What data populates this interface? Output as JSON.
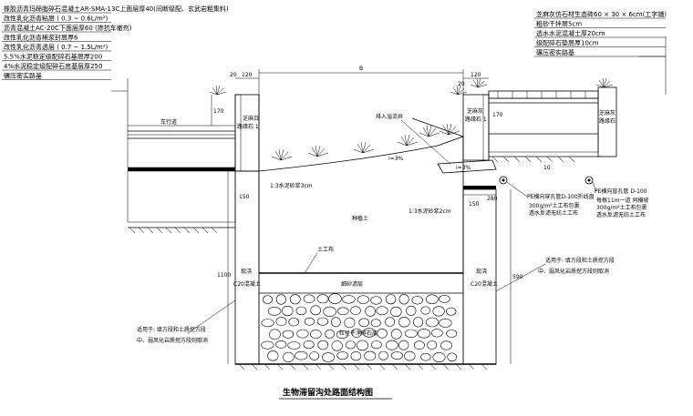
{
  "left_layers": [
    "橡胶沥青玛蹄脂碎石混凝土AR-SMA-13C上面层厚40(间断级配、玄武岩粗集料)",
    "改性乳化沥青粘层 ( 0.3 ~ 0.6L/m²)",
    "沥青混凝土AC-20C下面层厚60 (掺抗车撤剂)",
    "改性乳化沥青稀浆封层厚6",
    "改性乳化沥青透层 ( 0.7 ~ 1.5L/m²)",
    "5.5%水泥稳定级配碎石基层厚200",
    "4%水泥稳定级配碎石底基层厚250",
    "碾压密实路基"
  ],
  "right_layers": [
    "芝麻灰仿石材生态砖60 × 30 × 6cm(工字铺)",
    "粗砂干拌层5cm",
    "透水水泥混凝土厚20cm",
    "级配碎石垫层厚10cm",
    "碾压密实路基"
  ],
  "labels": {
    "left_curb": "芝麻白\n路缘石 1",
    "left_lane": "车行道",
    "right_curb": "芝麻灰\n路缘石 1",
    "inlet": "排入溢流井",
    "right_path": "芝麻灰\n路缘石 1",
    "planting_soil": "种植土",
    "sand_left": "1:3水泥砂浆3cm",
    "sand_right": "1:3水泥砂浆2cm",
    "geotextile": "土工布",
    "filter": "细砂滤层",
    "gravel": "粒径干净碎石层",
    "left_wall": "现浇\nC20混凝土",
    "right_wall": "现浇\nC20混凝土",
    "pipe_left": "PE横向穿孔管D-100折线盘",
    "pipe_left_note": "300g/m²土工布包裹\n透水反滤无纺土工布",
    "pipe_right": "PE横向盲孔管 D-100",
    "pipe_right_note": "每根11m一道  同横坡\n300g/m²土工布包裹\n透水反滤无纺土工布",
    "note_left": "适用于: 填方段和土质挖方段\n中、弱风化岩质挖方段则取消",
    "note_right": "适用于: 填方段和土质挖方段\n中、弱风化岩质挖方段则取消",
    "slope": "i=3%",
    "slope2": "i=3%"
  },
  "dims": {
    "top": "B",
    "left_120": "120",
    "left_20": "20",
    "right_120": "120",
    "right_20": "20",
    "left_170": "170",
    "right_170": "170",
    "left_150": "150",
    "right_150": "150",
    "left_1100": "1100",
    "right_590": "590",
    "d10": "10",
    "d280": "280"
  },
  "title": "生物滞留沟处路面结构图"
}
